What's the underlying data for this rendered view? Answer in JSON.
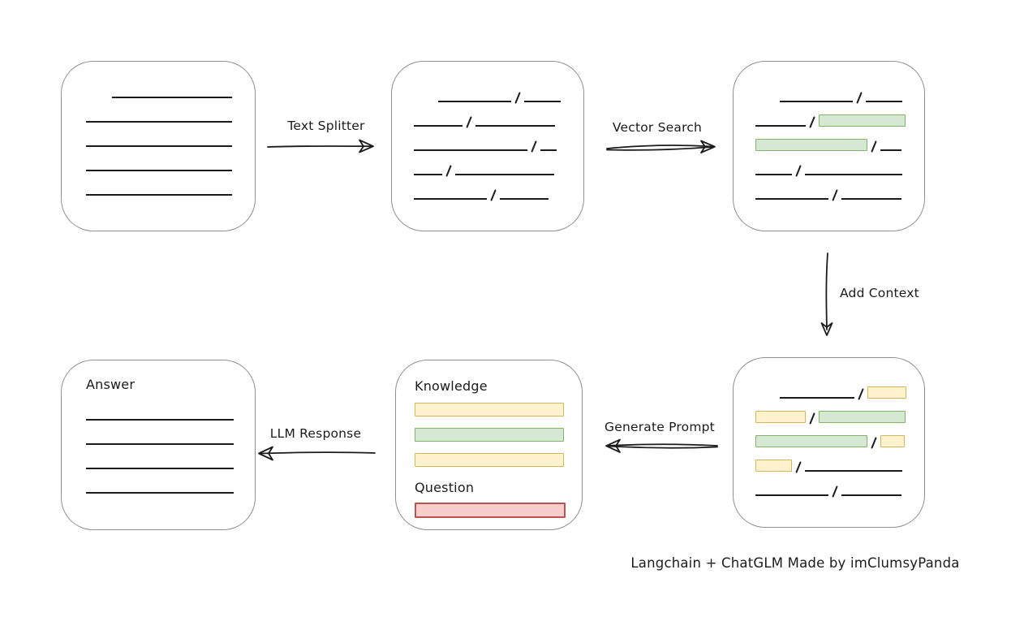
{
  "caption": {
    "text": "Langchain + ChatGLM Made by imClumsyPanda"
  },
  "arrows": {
    "text_splitter": {
      "label": "Text Splitter"
    },
    "vector_search": {
      "label": "Vector Search"
    },
    "add_context": {
      "label": "Add Context"
    },
    "generate_prompt": {
      "label": "Generate Prompt"
    },
    "llm_response": {
      "label": "LLM Response"
    }
  },
  "colors": {
    "chunk_green_fill": "#d5e8d4",
    "chunk_green_border": "#82b366",
    "chunk_yellow_fill": "#fff2cc",
    "chunk_yellow_border": "#d6b656",
    "question_red_fill": "#f8cecc",
    "question_red_border": "#b85450",
    "node_border": "#8f8f8f",
    "ink": "#1b1b1b"
  },
  "nodes": {
    "document": {
      "lines": [
        {
          "indent": 32,
          "width": 148
        },
        {
          "width": 180
        },
        {
          "width": 180
        },
        {
          "width": 180
        },
        {
          "width": 180
        }
      ]
    },
    "chunks": {
      "rows": [
        {
          "indent": 30,
          "segments": [
            {
              "type": "line",
              "width": 90
            },
            {
              "type": "line",
              "width": 45
            }
          ]
        },
        {
          "segments": [
            {
              "type": "line",
              "width": 60
            },
            {
              "type": "line",
              "width": 98
            }
          ]
        },
        {
          "segments": [
            {
              "type": "line",
              "width": 140
            },
            {
              "type": "line",
              "width": 20
            }
          ]
        },
        {
          "segments": [
            {
              "type": "line",
              "width": 35
            },
            {
              "type": "line",
              "width": 122
            }
          ]
        },
        {
          "segments": [
            {
              "type": "line",
              "width": 90
            },
            {
              "type": "line",
              "width": 60
            }
          ]
        }
      ]
    },
    "search_results": {
      "rows": [
        {
          "indent": 30,
          "segments": [
            {
              "type": "line",
              "width": 90
            },
            {
              "type": "line",
              "width": 45
            }
          ]
        },
        {
          "segments": [
            {
              "type": "line",
              "width": 62
            },
            {
              "type": "green",
              "width": 107
            }
          ]
        },
        {
          "segments": [
            {
              "type": "green",
              "width": 138
            },
            {
              "type": "line",
              "width": 26
            }
          ]
        },
        {
          "segments": [
            {
              "type": "line",
              "width": 45
            },
            {
              "type": "line",
              "width": 120
            }
          ]
        },
        {
          "segments": [
            {
              "type": "line",
              "width": 90
            },
            {
              "type": "line",
              "width": 74
            }
          ]
        }
      ]
    },
    "context": {
      "rows": [
        {
          "indent": 30,
          "segments": [
            {
              "type": "line",
              "width": 92
            },
            {
              "type": "yellow",
              "width": 48
            }
          ]
        },
        {
          "segments": [
            {
              "type": "yellow",
              "width": 62
            },
            {
              "type": "green",
              "width": 107
            }
          ]
        },
        {
          "segments": [
            {
              "type": "green",
              "width": 138
            },
            {
              "type": "yellow",
              "width": 30
            }
          ]
        },
        {
          "segments": [
            {
              "type": "yellow",
              "width": 45
            },
            {
              "type": "line",
              "width": 120
            }
          ]
        },
        {
          "segments": [
            {
              "type": "line",
              "width": 90
            },
            {
              "type": "line",
              "width": 74
            }
          ]
        }
      ]
    },
    "prompt": {
      "knowledge_label": "Knowledge",
      "question_label": "Question",
      "knowledge_bars": [
        {
          "color": "yellow"
        },
        {
          "color": "green"
        },
        {
          "color": "yellow"
        }
      ],
      "question_bars": [
        {
          "color": "red"
        }
      ]
    },
    "answer": {
      "label": "Answer",
      "lines": [
        {
          "width": 182
        },
        {
          "width": 182
        },
        {
          "width": 182
        },
        {
          "width": 182
        }
      ]
    }
  }
}
